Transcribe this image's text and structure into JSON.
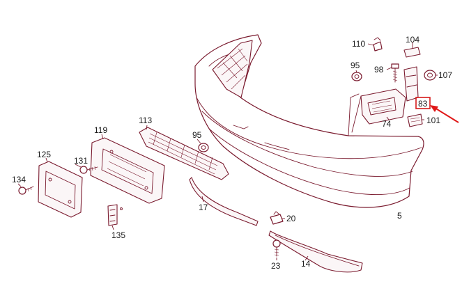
{
  "callouts": {
    "p110": "110",
    "p104": "104",
    "p95a": "95",
    "p98": "98",
    "p107": "107",
    "p83": "83",
    "p74": "74",
    "p101": "101",
    "p113": "113",
    "p119": "119",
    "p95b": "95",
    "p125": "125",
    "p131": "131",
    "p134": "134",
    "p17": "17",
    "p135": "135",
    "p20": "20",
    "p5": "5",
    "p23": "23",
    "p14": "14"
  },
  "highlight": {
    "color": "#e01818",
    "target": "83"
  }
}
